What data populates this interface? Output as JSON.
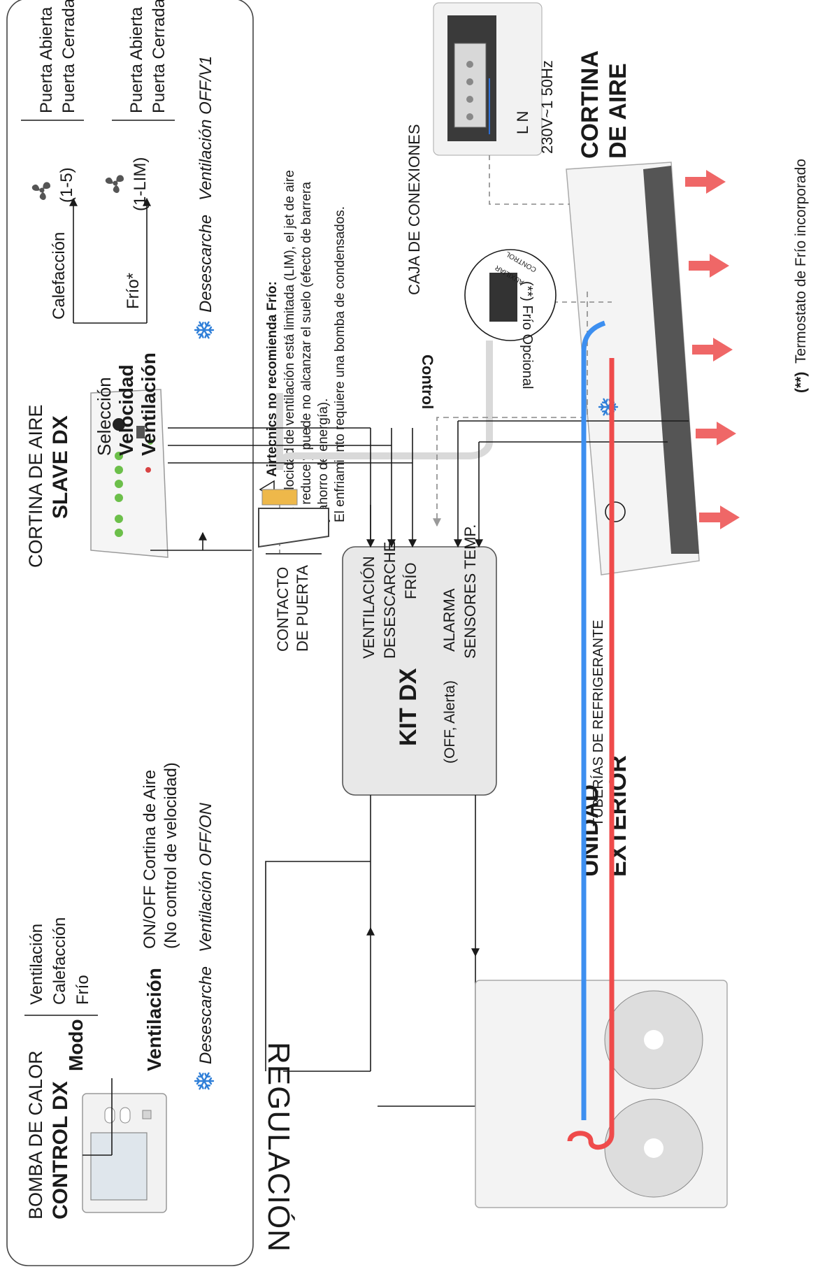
{
  "side_title": "REGULACIÓN",
  "control": {
    "line1": "BOMBA DE CALOR",
    "line2": "CONTROL DX"
  },
  "modo": {
    "title": "Modo",
    "options": [
      "Ventilación",
      "Calefacción",
      "Frío"
    ]
  },
  "ventilacion_block": {
    "title": "Ventilación",
    "desc1": "ON/OFF Cortina de Aire",
    "desc2": "(No control de velocidad)"
  },
  "defrost_left": {
    "label": "Desescarche",
    "value": "Ventilación OFF/ON"
  },
  "slave": {
    "line1": "CORTINA DE AIRE",
    "line2": "SLAVE DX"
  },
  "seleccion": {
    "line1": "Selección",
    "line2": "Velocidad",
    "line3": "Ventilación"
  },
  "calefaccion": {
    "label": "Calefacción",
    "range": "(1-5)"
  },
  "frio_opt": {
    "label": "Frío*",
    "range": "(1-LIM)"
  },
  "puerta": {
    "abierta": "Puerta Abierta",
    "cerrada": "Puerta Cerrada"
  },
  "defrost_right": {
    "label": "Desescarche",
    "value": "Ventilación OFF/V1"
  },
  "note": {
    "star": "(*)",
    "title": "Airtecnics no recomienda Frío:",
    "l1": "La velocidad de ventilación está limitada (LIM), el jet de aire",
    "l2": "se reduce y puede no alcanzar el suelo (efecto de barrera",
    "l3": "y ahorro de energía).",
    "l4": "El enfriamiento requiere una bomba de condensados."
  },
  "caja": {
    "title": "CAJA DE CONEXIONES",
    "voltage": "230V~1 50Hz",
    "terminals": "L  N"
  },
  "cortina_title": {
    "line1": "CORTINA",
    "line2": "DE AIRE"
  },
  "control_label": "Control",
  "aux_port": {
    "line1": "AUXILIAR",
    "line2": "CONTROL"
  },
  "frio_opcional": "(**) Frío Opcional",
  "termostato": {
    "star": "(**)",
    "text": "Termostato de Frío incorporado"
  },
  "kit": {
    "title": "KIT DX",
    "signals": [
      "VENTILACIÓN",
      "DESESCARCHE",
      "FRÍO"
    ],
    "alarma_prefix": "(OFF, Alerta)",
    "alarma": "ALARMA",
    "sensores": "SENSORES TEMP."
  },
  "contacto": {
    "line1": "CONTACTO",
    "line2": "DE PUERTA"
  },
  "tuberias": "TUBERÍAS DE REFRIGERANTE",
  "unidad": {
    "line1": "UNIDAD",
    "line2": "EXTERIOR"
  },
  "colors": {
    "cold_pipe": "#3d8ff0",
    "hot_pipe": "#ef4b4b",
    "arrow": "#ef6767",
    "snow": "#2f7fd8",
    "line": "#1a1a1a",
    "panel": "#e8e8e8"
  }
}
